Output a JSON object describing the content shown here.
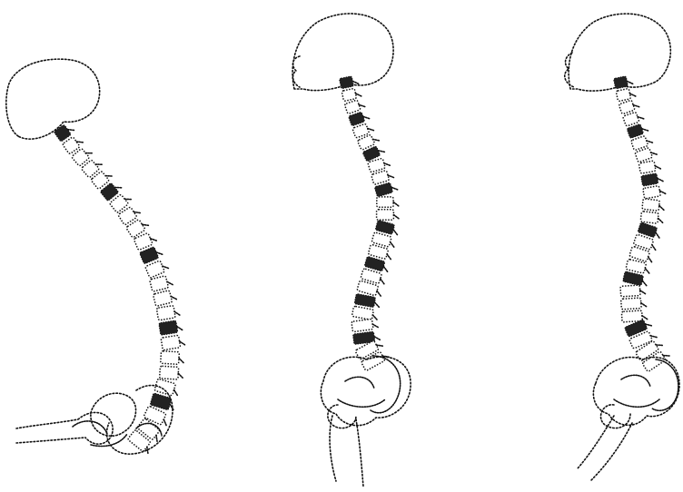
{
  "figure": {
    "background": "#ffffff",
    "ink": "#111111",
    "panels": [
      {
        "id": "kyphotic-posture",
        "icon": "spine-skeleton-icon"
      },
      {
        "id": "upright-posture",
        "icon": "spine-skeleton-icon"
      },
      {
        "id": "normal-posture",
        "icon": "spine-skeleton-icon"
      }
    ]
  }
}
